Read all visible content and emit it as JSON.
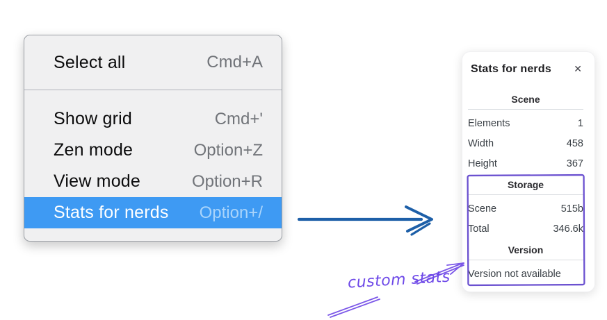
{
  "menu": {
    "items": [
      {
        "label": "Select all",
        "shortcut": "Cmd+A",
        "selected": false
      },
      {
        "label": "Show grid",
        "shortcut": "Cmd+'",
        "selected": false
      },
      {
        "label": "Zen mode",
        "shortcut": "Option+Z",
        "selected": false
      },
      {
        "label": "View mode",
        "shortcut": "Option+R",
        "selected": false
      },
      {
        "label": "Stats for nerds",
        "shortcut": "Option+/",
        "selected": true
      }
    ]
  },
  "stats_panel": {
    "title": "Stats for nerds",
    "close_glyph": "✕",
    "sections": [
      {
        "heading": "Scene",
        "rows": [
          {
            "label": "Elements",
            "value": "1"
          },
          {
            "label": "Width",
            "value": "458"
          },
          {
            "label": "Height",
            "value": "367"
          }
        ]
      },
      {
        "heading": "Storage",
        "rows": [
          {
            "label": "Scene",
            "value": "515b"
          },
          {
            "label": "Total",
            "value": "346.6k"
          }
        ]
      },
      {
        "heading": "Version",
        "note": "Version not available"
      }
    ]
  },
  "annotation": {
    "label": "custom stats"
  },
  "colors": {
    "menu_background": "#f0f0f1",
    "menu_highlight": "#3e9af3",
    "menu_highlight_shortcut": "#a9d4fb",
    "menu_shortcut_gray": "#717479",
    "flow_arrow_blue": "#1d5fa8",
    "annotation_purple": "#6d48e8",
    "annotation_box_purple": "#6b51d0",
    "panel_text": "#343a40"
  }
}
